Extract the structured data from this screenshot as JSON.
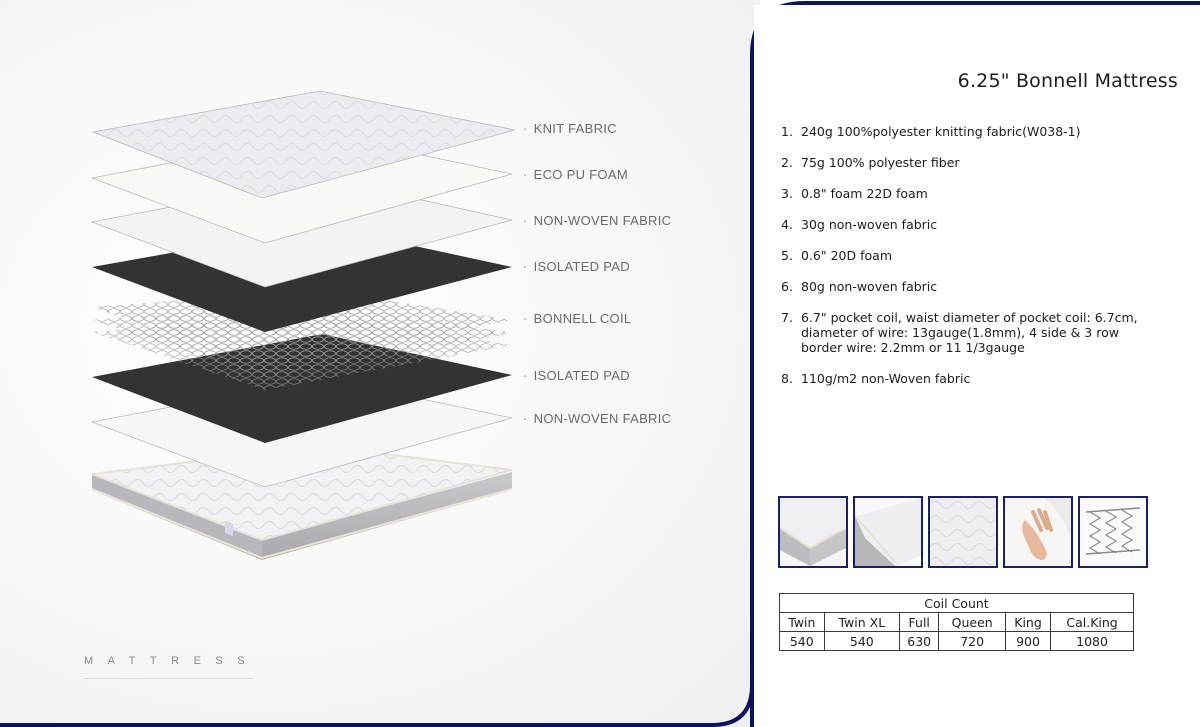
{
  "product": {
    "title": "6.25\" Bonnell Mattress",
    "brand_word": "MATTRESS"
  },
  "layer_labels": [
    {
      "label": "KNIT FABRIC"
    },
    {
      "label": "ECO PU FOAM"
    },
    {
      "label": "NON-WOVEN FABRIC"
    },
    {
      "label": "ISOLATED PAD"
    },
    {
      "label": "BONNELL COIL"
    },
    {
      "label": "ISOLATED PAD"
    },
    {
      "label": "NON-WOVEN FABRIC"
    }
  ],
  "specs": [
    {
      "num": "1.",
      "text": "240g 100%polyester knitting fabric(W038-1)"
    },
    {
      "num": "2.",
      "text": "75g 100% polyester fiber"
    },
    {
      "num": "3.",
      "text": "0.8\" foam 22D foam"
    },
    {
      "num": "4.",
      "text": "30g non-woven fabric"
    },
    {
      "num": "5.",
      "text": "0.6\" 20D foam"
    },
    {
      "num": "6.",
      "text": "80g non-woven fabric"
    },
    {
      "num": "7.",
      "text": "6.7\" pocket coil, waist diameter of pocket coil: 6.7cm, diameter of wire: 13gauge(1.8mm), 4 side & 3 row border wire:  2.2mm or 11 1/3gauge"
    },
    {
      "num": "8.",
      "text": "110g/m2 non-Woven fabric"
    }
  ],
  "thumbnails": [
    {
      "name": "mattress-corner-angle"
    },
    {
      "name": "mattress-edge-side"
    },
    {
      "name": "quilted-fabric-closeup"
    },
    {
      "name": "foam-hand-press"
    },
    {
      "name": "bonnell-springs"
    }
  ],
  "coil_count": {
    "title": "Coil Count",
    "sizes": [
      "Twin",
      "Twin XL",
      "Full",
      "Queen",
      "King",
      "Cal.King"
    ],
    "counts": [
      "540",
      "540",
      "630",
      "720",
      "900",
      "1080"
    ]
  },
  "colors": {
    "frame": "#0f1260",
    "thumb_border": "#1c1f6b",
    "pad": "#333333"
  }
}
